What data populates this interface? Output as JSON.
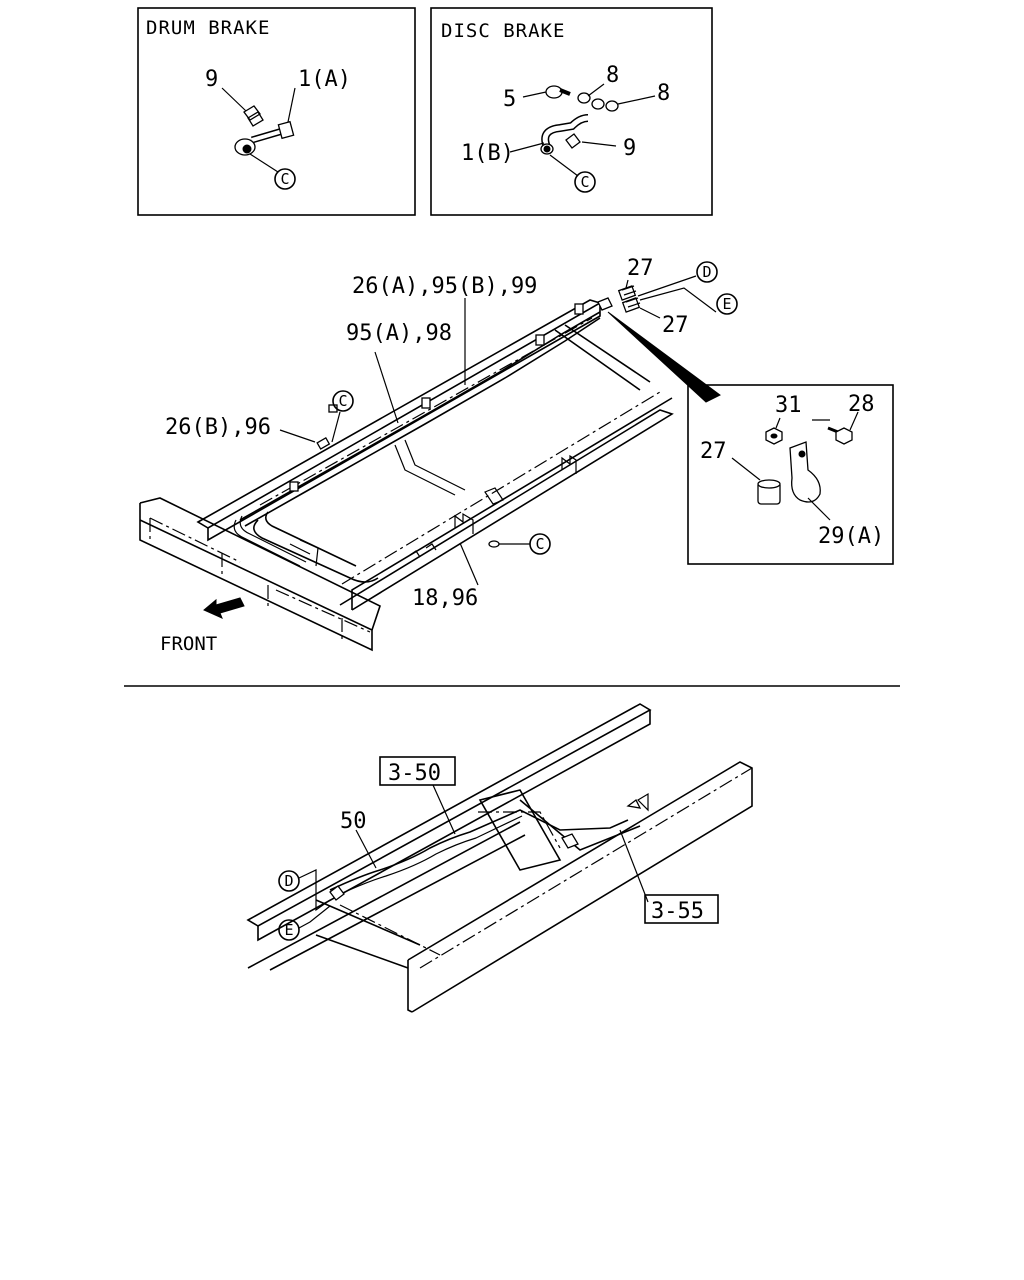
{
  "panels": {
    "drum": {
      "title": "DRUM BRAKE",
      "labels": {
        "n9": "9",
        "n1a": "1(A)",
        "c": "C"
      }
    },
    "disc": {
      "title": "DISC BRAKE",
      "labels": {
        "n5": "5",
        "n8a": "8",
        "n8b": "8",
        "n1b": "1(B)",
        "n9": "9",
        "c": "C"
      }
    }
  },
  "main": {
    "labels": {
      "l26a": "26(A),95(B),99",
      "l95a": "95(A),98",
      "l26b": "26(B),96",
      "l1896": "18,96",
      "l27top": "27",
      "l27bot": "27",
      "cUpper": "C",
      "cLower": "C",
      "d": "D",
      "e": "E"
    },
    "front": "FRONT"
  },
  "detail": {
    "labels": {
      "n31": "31",
      "n28": "28",
      "n27": "27",
      "n29a": "29(A)"
    }
  },
  "lower": {
    "labels": {
      "ref350": "3-50",
      "ref355": "3-55",
      "n50": "50",
      "d": "D",
      "e": "E"
    }
  }
}
